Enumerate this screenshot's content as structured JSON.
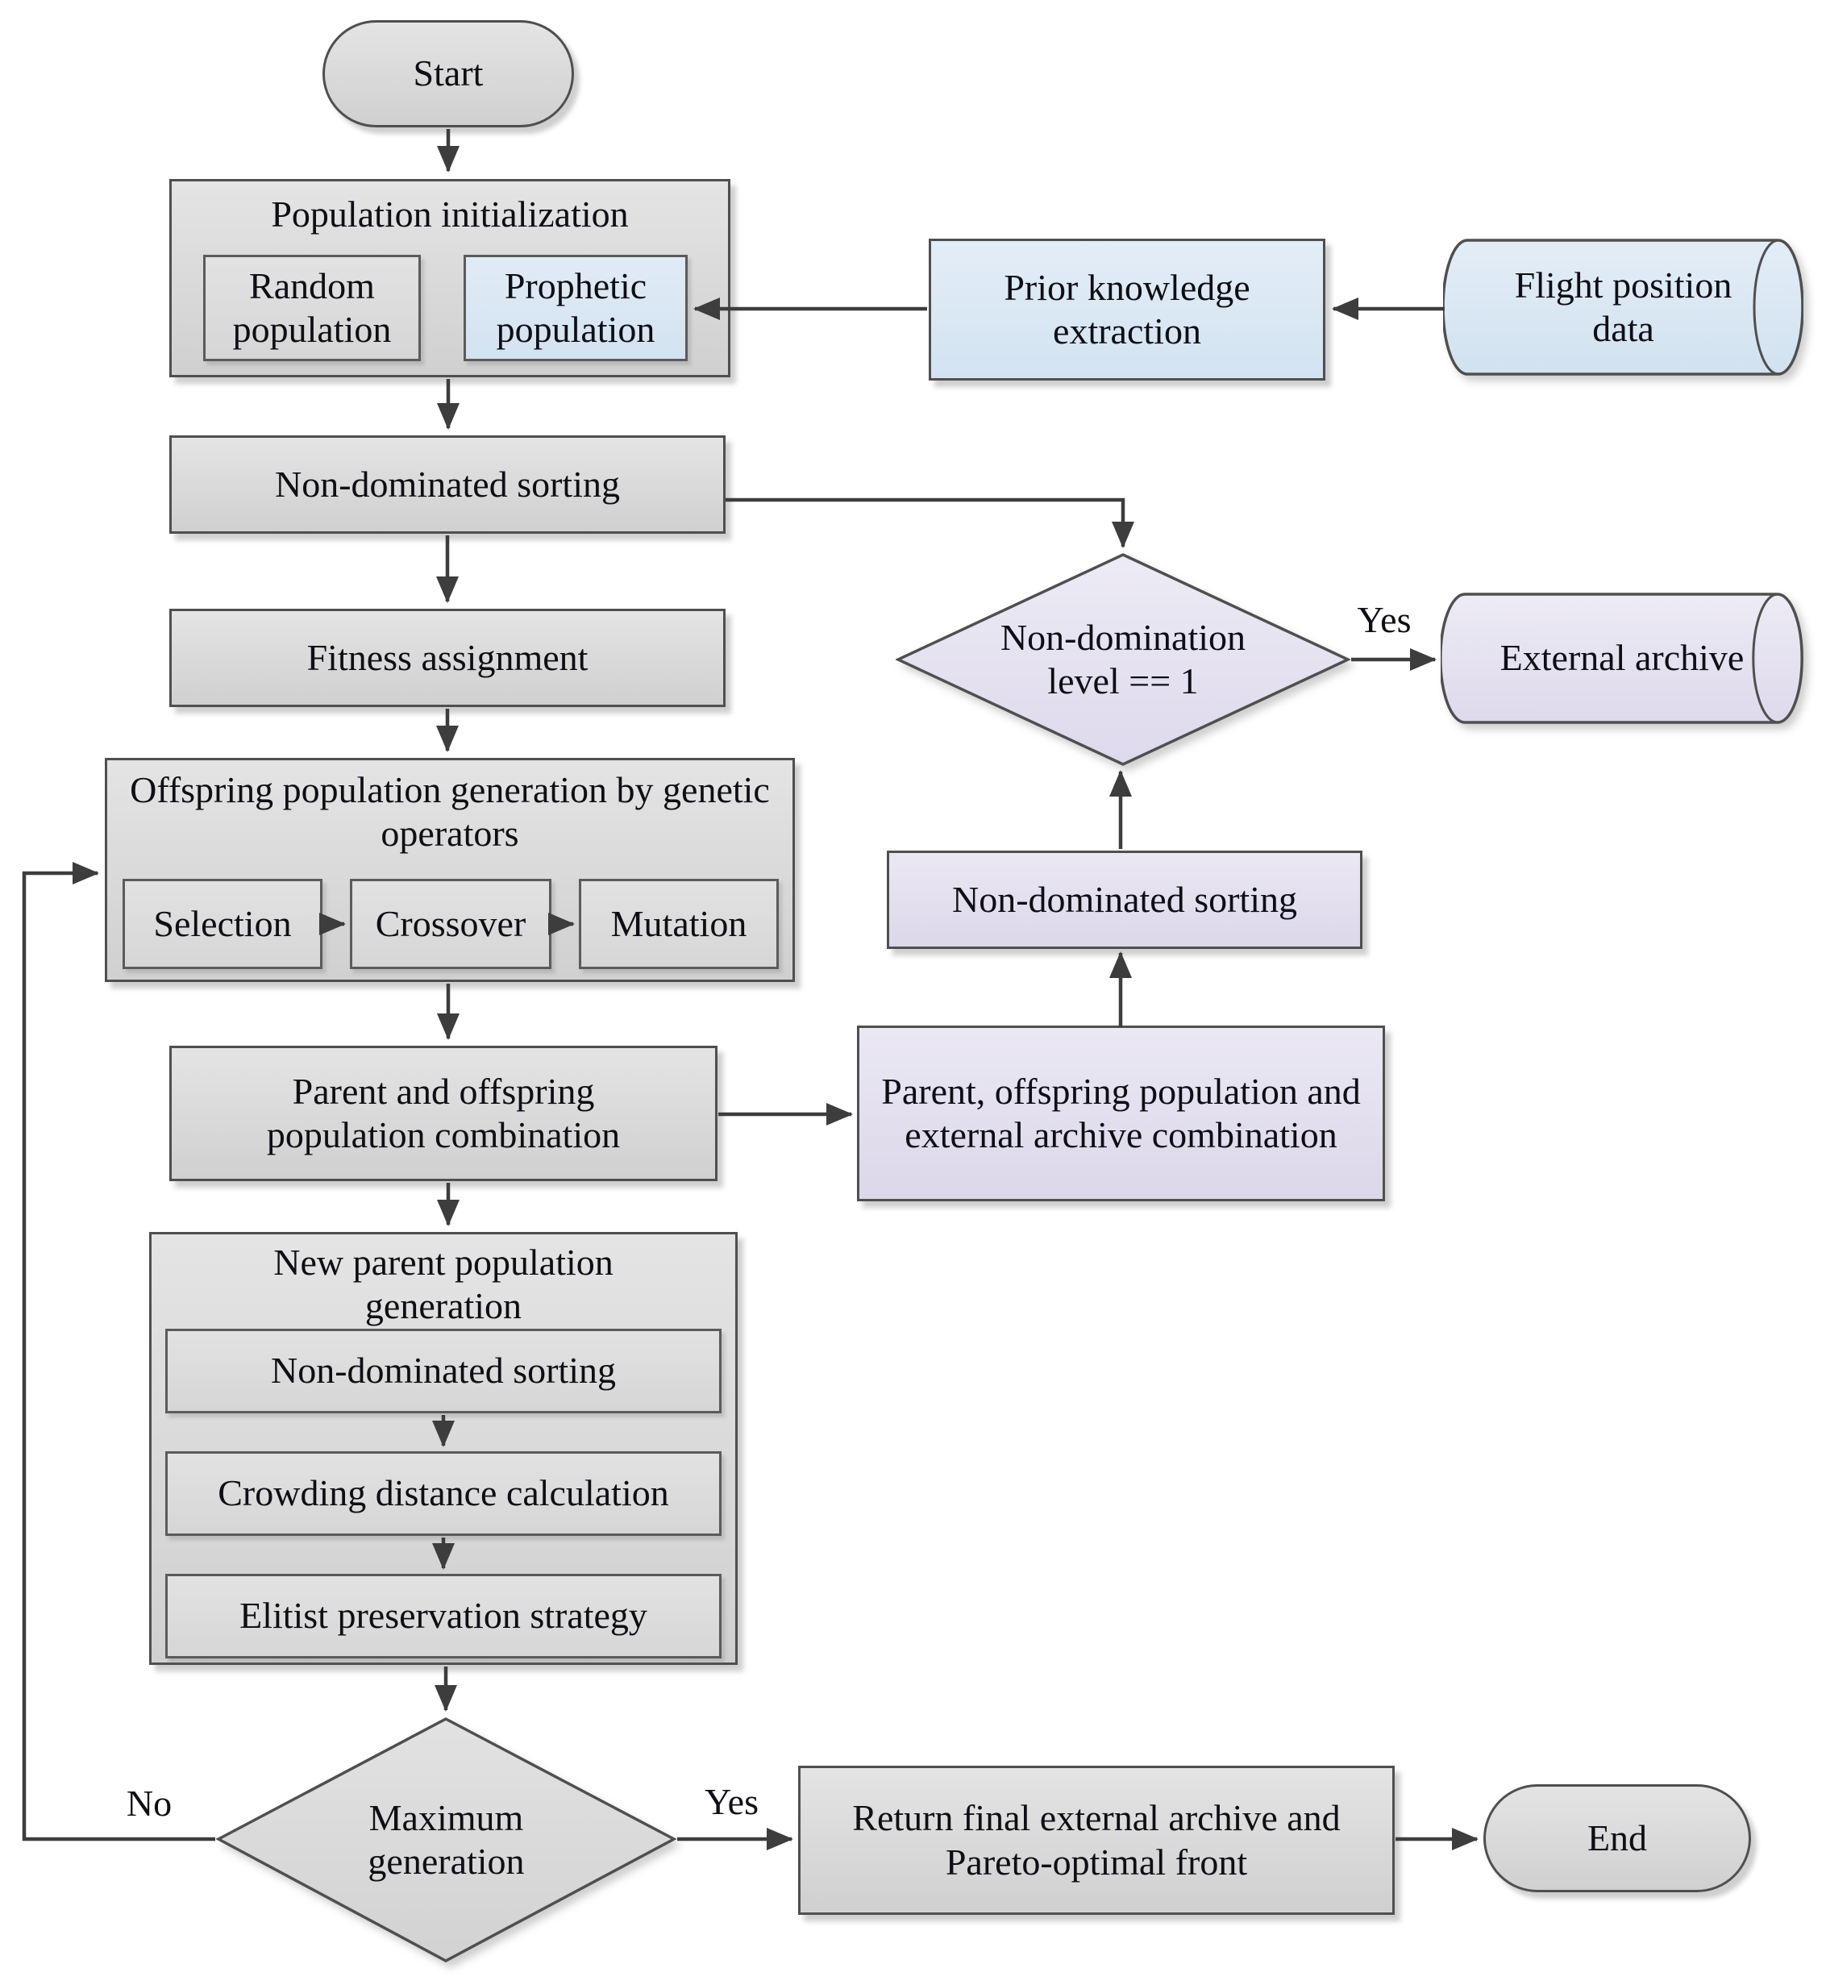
{
  "nodes": {
    "start": "Start",
    "population_initialization": "Population initialization",
    "random_population": "Random population",
    "prophetic_population": "Prophetic population",
    "prior_knowledge_extraction": "Prior knowledge extraction",
    "flight_position_data": "Flight position data",
    "non_dominated_sorting_1": "Non-dominated sorting",
    "fitness_assignment": "Fitness assignment",
    "offspring_generation_title": "Offspring population generation by genetic operators",
    "selection": "Selection",
    "crossover": "Crossover",
    "mutation": "Mutation",
    "parent_offspring_combination": "Parent and offspring population combination",
    "parent_offspring_archive_combination": "Parent, offspring population and external archive combination",
    "non_dominated_sorting_2": "Non-dominated sorting",
    "non_domination_level_decision": "Non-domination level == 1",
    "external_archive": "External archive",
    "new_parent_generation_title": "New parent population generation",
    "non_dominated_sorting_3": "Non-dominated sorting",
    "crowding_distance_calculation": "Crowding distance calculation",
    "elitist_preservation_strategy": "Elitist preservation strategy",
    "maximum_generation": "Maximum generation",
    "return_final": "Return final external archive and Pareto-optimal front",
    "end": "End"
  },
  "edge_labels": {
    "non_domination_yes": "Yes",
    "max_generation_yes": "Yes",
    "max_generation_no": "No"
  },
  "colors": {
    "process_fill": "#d9d9d9",
    "data_fill": "#dbe5f1",
    "archive_fill": "#e4e0ef",
    "line": "#3d3d3d"
  }
}
